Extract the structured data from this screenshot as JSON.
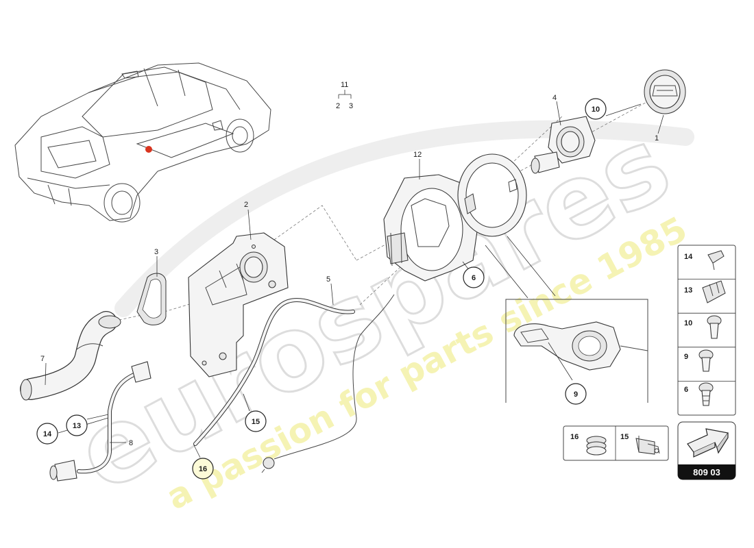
{
  "labels": {
    "l1": "1",
    "l2": "2",
    "l3": "3",
    "l4": "4",
    "l5": "5",
    "l7": "7",
    "l8": "8",
    "l12": "12",
    "c6": "6",
    "c9": "9",
    "c10": "10",
    "c13": "13",
    "c14": "14",
    "c15": "15",
    "c16": "16"
  },
  "tree": {
    "top": "11",
    "left": "2",
    "right": "3"
  },
  "legend": {
    "items": [
      {
        "number": "14",
        "icon": "clip-icon"
      },
      {
        "number": "13",
        "icon": "connector-icon"
      },
      {
        "number": "10",
        "icon": "bolt-icon"
      },
      {
        "number": "9",
        "icon": "screw-icon"
      },
      {
        "number": "6",
        "icon": "rivet-icon"
      }
    ],
    "small": [
      {
        "number": "16",
        "icon": "grommet-icon"
      },
      {
        "number": "15",
        "icon": "bracket-clip-icon"
      }
    ]
  },
  "page_ref": {
    "code": "809 03",
    "icon": "arrow-icon"
  },
  "watermark": {
    "line1": "eurospares",
    "line2": "a passion for parts since 1985"
  },
  "colors": {
    "watermark_grey": "#e4e4e4",
    "watermark_yellow": "#f4f1a8",
    "marker_red": "#d9341f",
    "circle_16_fill": "#fdfbd8"
  }
}
